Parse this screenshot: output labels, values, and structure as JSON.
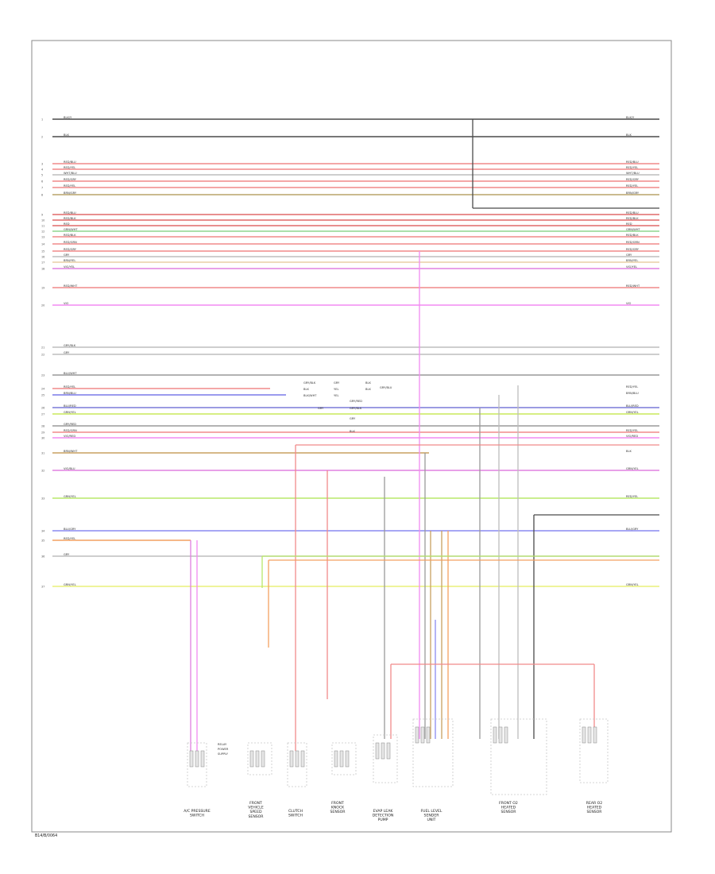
{
  "diagram": {
    "footer_code": "B14/B/0064",
    "wires": [
      {
        "pin": "1",
        "color": "#4a4a4a",
        "label": "BLK/Y",
        "right_label": "BLK/Y"
      },
      {
        "pin": "2",
        "color": "#4a4a4a",
        "label": "BLK",
        "right_label": "BLK"
      },
      {
        "pin": "3",
        "color": "#f08a8a",
        "label": "RED/BLU",
        "right_label": "RED/BLU"
      },
      {
        "pin": "4",
        "color": "#f08a8a",
        "label": "RED/YEL",
        "right_label": "RED/YEL"
      },
      {
        "pin": "5",
        "color": "#bdbdbd",
        "label": "WHT/BLU",
        "right_label": "WHT/BLU"
      },
      {
        "pin": "6",
        "color": "#f08a8a",
        "label": "RED/GRY",
        "right_label": "RED/GRY"
      },
      {
        "pin": "7",
        "color": "#f08a8a",
        "label": "RED/YEL",
        "right_label": "RED/YEL"
      },
      {
        "pin": "8",
        "color": "#b8a36a",
        "label": "BRN/GRY",
        "right_label": "BRN/GRY"
      },
      {
        "pin": "9",
        "color": "#e06a6a",
        "label": "RED/BLU",
        "right_label": "RED/BLU"
      },
      {
        "pin": "10",
        "color": "#e06a6a",
        "label": "RED/BLK",
        "right_label": "RED/BLK"
      },
      {
        "pin": "11",
        "color": "#e06a6a",
        "label": "RED",
        "right_label": "RED"
      },
      {
        "pin": "12",
        "color": "#8fd68f",
        "label": "GRN/WHT",
        "right_label": "GRN/WHT"
      },
      {
        "pin": "13",
        "color": "#f08a8a",
        "label": "RED/BLK",
        "right_label": "RED/BLK"
      },
      {
        "pin": "14",
        "color": "#f08a8a",
        "label": "RED/GRN",
        "right_label": "RED/GRN"
      },
      {
        "pin": "15",
        "color": "#f08a8a",
        "label": "RED/GRY",
        "right_label": "RED/GRY"
      },
      {
        "pin": "16",
        "color": "#bdbdbd",
        "label": "GRY",
        "right_label": "GRY"
      },
      {
        "pin": "17",
        "color": "#e8cfa6",
        "label": "BRN/YEL",
        "right_label": "BRN/YEL"
      },
      {
        "pin": "18",
        "color": "#e080e0",
        "label": "VIO/YEL",
        "right_label": "VIO/YEL"
      },
      {
        "pin": "19",
        "color": "#f08a8a",
        "label": "RED/WHT",
        "right_label": "RED/WHT"
      },
      {
        "pin": "20",
        "color": "#f28af2",
        "label": "VIO",
        "right_label": "VIO"
      },
      {
        "pin": "21",
        "color": "#bdbdbd",
        "label": "GRY/BLK",
        "right_label": ""
      },
      {
        "pin": "22",
        "color": "#bdbdbd",
        "label": "GRY",
        "right_label": ""
      },
      {
        "pin": "23",
        "color": "#9a9a9a",
        "label": "BLU/WHT",
        "right_label": ""
      },
      {
        "pin": "24",
        "color": "#f08a8a",
        "label": "RED/YEL",
        "right_label": "RED/YEL"
      },
      {
        "pin": "25",
        "color": "#7a7ae8",
        "label": "BRN/BLU",
        "right_label": "BRN/BLU"
      },
      {
        "pin": "26",
        "color": "#7a7ad8",
        "label": "BLU/RED",
        "right_label": "BLU/RED"
      },
      {
        "pin": "27",
        "color": "#c8e85a",
        "label": "GRN/YEL",
        "right_label": "GRN/YEL"
      },
      {
        "pin": "28",
        "color": "#9a9a9a",
        "label": "GRY/RED",
        "right_label": ""
      },
      {
        "pin": "29",
        "color": "#f08a8a",
        "label": "RED/GRN",
        "right_label": "RED/YEL"
      },
      {
        "pin": "30",
        "color": "#f28af2",
        "label": "VIO/RED",
        "right_label": "VIO/RED"
      },
      {
        "pin": "31",
        "color": "#c8a060",
        "label": "BRN/WHT",
        "right_label": "BLK"
      },
      {
        "pin": "32",
        "color": "#e080e0",
        "label": "VIO/BLU",
        "right_label": "GRN/YEL"
      },
      {
        "pin": "33",
        "color": "#b8e86a",
        "label": "GRN/YEL",
        "right_label": "RED/YEL"
      },
      {
        "pin": "34",
        "color": "#8a8af0",
        "label": "BLU/GRY",
        "right_label": "BLU/GRY"
      },
      {
        "pin": "35",
        "color": "#f4a060",
        "label": "RED/YEL",
        "right_label": ""
      },
      {
        "pin": "36",
        "color": "#bdbdbd",
        "label": "GRY",
        "right_label": ""
      },
      {
        "pin": "37",
        "color": "#e8f07a",
        "label": "GRN/YEL",
        "right_label": "GRN/YEL"
      }
    ],
    "mid_labels": [
      "GRY/BLK",
      "GRY",
      "BLK",
      "GRY/BLU",
      "BLK",
      "YEL",
      "BLK",
      "BLK/WHT",
      "YEL",
      "GRY/RED",
      "GRY",
      "GRY/BLK",
      "GRY",
      "BLK"
    ],
    "components": [
      {
        "caption_lines": [
          "A/C PRESSURE",
          "SWITCH"
        ]
      },
      {
        "caption_lines": [
          "FRONT",
          "VEHICLE",
          "SPEED",
          "SENSOR"
        ]
      },
      {
        "caption_lines": [
          "CLUTCH",
          "SWITCH"
        ]
      },
      {
        "caption_lines": [
          "FRONT",
          "KNOCK",
          "SENSOR"
        ]
      },
      {
        "caption_lines": [
          "EVAP LEAK",
          "DETECTION",
          "PUMP"
        ]
      },
      {
        "caption_lines": [
          "FUEL LEVEL",
          "SENDER",
          "UNIT"
        ]
      },
      {
        "caption_lines": [
          "FRONT O2",
          "HEATED",
          "SENSOR"
        ]
      },
      {
        "caption_lines": [
          "REAR O2",
          "HEATED",
          "SENSOR"
        ]
      }
    ],
    "side_notes": [
      "RELAY",
      "POWER",
      "SUPPLY"
    ]
  }
}
